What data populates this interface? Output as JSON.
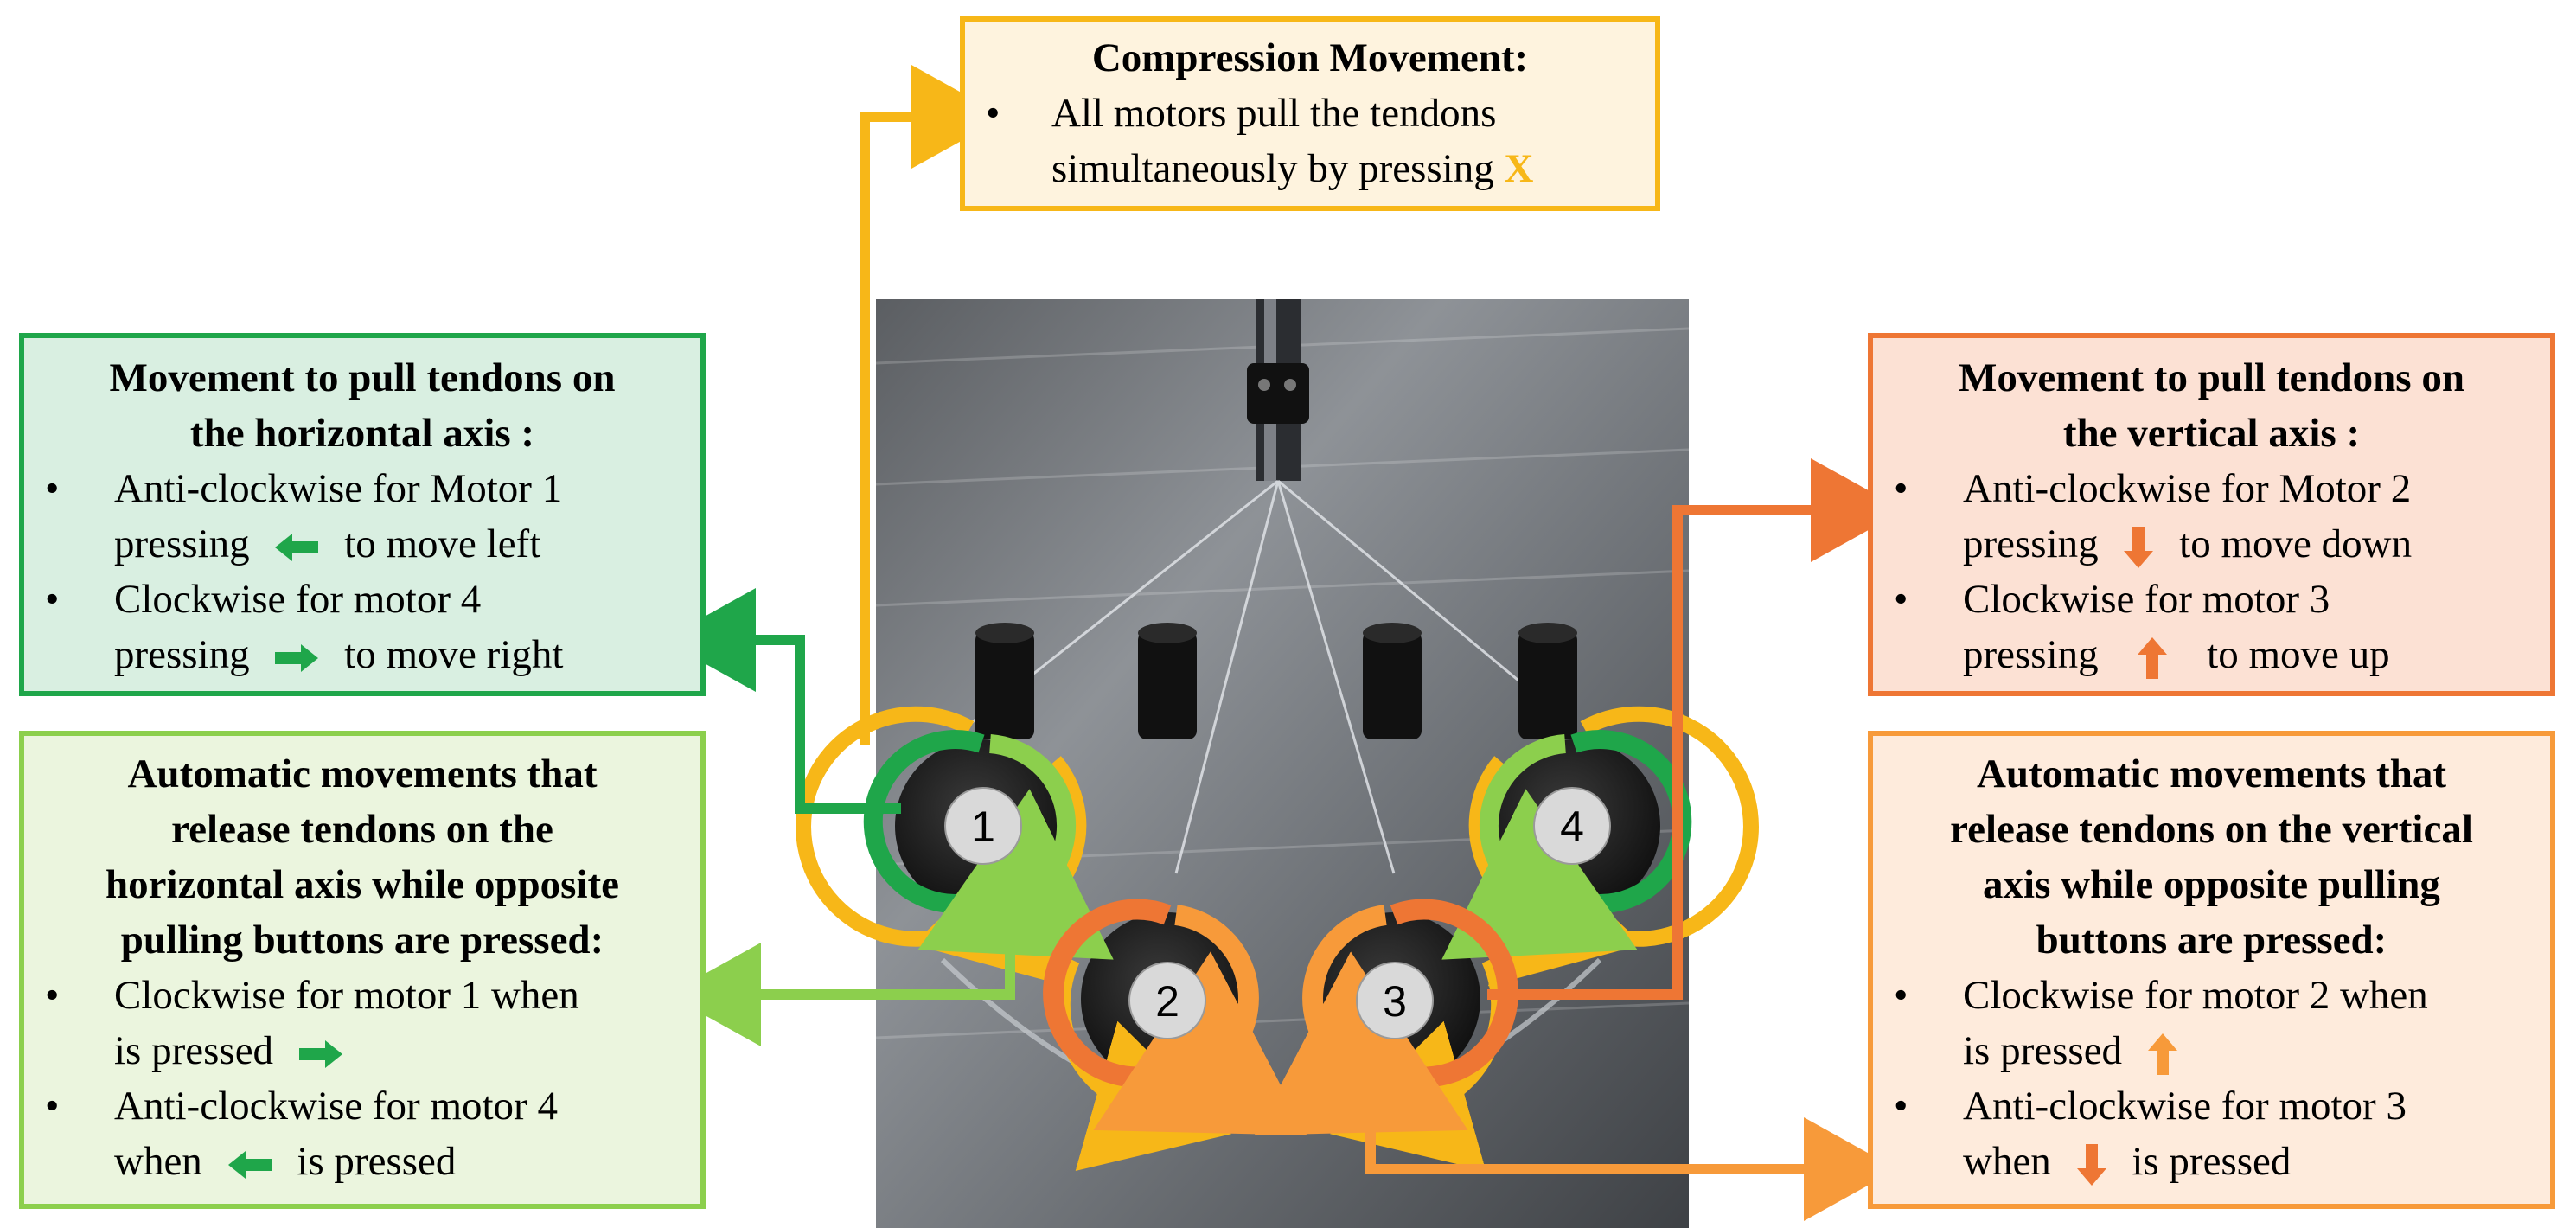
{
  "colors": {
    "yellow": "#F7B718",
    "dark_green": "#1FA64A",
    "light_green": "#8CCF4D",
    "dark_orange": "#EE7634",
    "light_orange": "#F79A3A"
  },
  "compression": {
    "title": "Compression Movement:",
    "line1": "All motors pull the tendons",
    "line2": "simultaneously by pressing",
    "key": "X"
  },
  "horizontal_pull": {
    "title_line1": "Movement to pull tendons on",
    "title_line2": "the horizontal axis :",
    "item1_a": "Anti-clockwise for Motor 1",
    "item1_b1": "pressing",
    "item1_icon": "left-arrow-icon",
    "item1_b2": "to move left",
    "item2_a": "Clockwise for motor 4",
    "item2_b1": "pressing",
    "item2_icon": "right-arrow-icon",
    "item2_b2": "to move right"
  },
  "horizontal_release": {
    "title_line1": "Automatic movements that",
    "title_line2": "release tendons on the",
    "title_line3": "horizontal axis while opposite",
    "title_line4": "pulling buttons are pressed:",
    "item1_a": "Clockwise for motor 1 when",
    "item1_b1": "is  pressed",
    "item1_icon": "right-arrow-icon",
    "item2_a": "Anti-clockwise for motor 4",
    "item2_b1": "when",
    "item2_icon": "left-arrow-icon",
    "item2_b2": "is pressed"
  },
  "vertical_pull": {
    "title_line1": "Movement to pull tendons on",
    "title_line2": "the vertical axis :",
    "item1_a": "Anti-clockwise for Motor 2",
    "item1_b1": "pressing",
    "item1_icon": "down-arrow-icon",
    "item1_b2": "to move down",
    "item2_a": "Clockwise for motor 3",
    "item2_b1": "pressing",
    "item2_icon": "up-arrow-icon",
    "item2_b2": "to move up"
  },
  "vertical_release": {
    "title_line1": "Automatic movements that",
    "title_line2": "release tendons on the vertical",
    "title_line3": "axis while opposite pulling",
    "title_line4": "buttons are pressed:",
    "item1_a": "Clockwise for motor 2 when",
    "item1_b1": "is pressed",
    "item1_icon": "up-arrow-icon",
    "item2_a": "Anti-clockwise for motor 3",
    "item2_b1": "when",
    "item2_icon": "down-arrow-icon",
    "item2_b2": "is pressed"
  },
  "motors": [
    {
      "label": "1"
    },
    {
      "label": "2"
    },
    {
      "label": "3"
    },
    {
      "label": "4"
    }
  ]
}
